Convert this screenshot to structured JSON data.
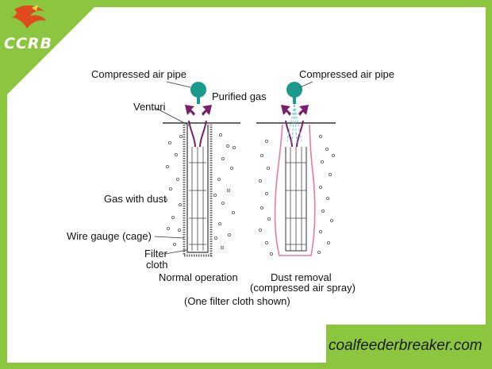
{
  "brand": {
    "logo_text": "CCRB",
    "website": "coalfeederbreaker.com",
    "frame_color": "#8cc63f",
    "logo_accent_color": "#e04a1c"
  },
  "diagram": {
    "labels": {
      "compressed_air_pipe_left": "Compressed air pipe",
      "compressed_air_pipe_right": "Compressed air pipe",
      "purified_gas": "Purified gas",
      "venturi": "Venturi",
      "gas_with_dust": "Gas with dust",
      "wire_gauge": "Wire gauge (cage)",
      "filter_cloth_line1": "Filter",
      "filter_cloth_line2": "cloth"
    },
    "captions": {
      "left": "Normal operation",
      "right_line1": "Dust removal",
      "right_line2": "(compressed air spray)",
      "bottom": "(One filter cloth shown)"
    },
    "colors": {
      "nozzle": "#1a9a8c",
      "arrow": "#7a1f6e",
      "cloth_inflated": "#e87aa6",
      "air_spray": "#7ecbe0",
      "line": "#333333"
    }
  }
}
